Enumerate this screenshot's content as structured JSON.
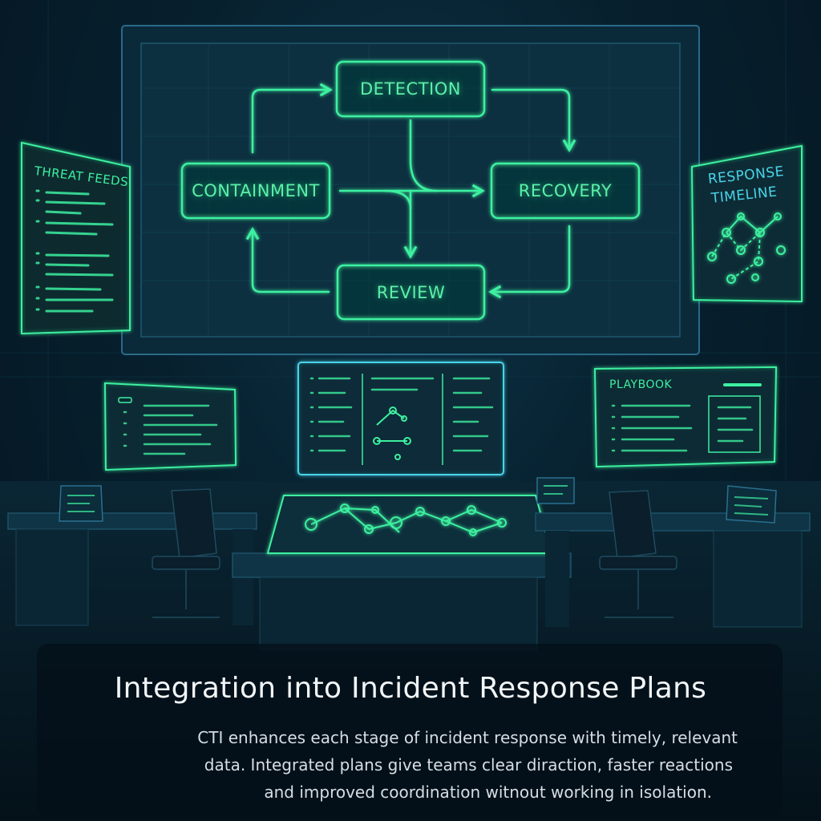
{
  "diagram": {
    "nodes": {
      "detection": "DETECTION",
      "containment": "CONTAINMENT",
      "recovery": "RECOVERY",
      "review": "REVIEW"
    }
  },
  "panels": {
    "threat_feeds": "THREAT FEEDS",
    "response_timeline_line1": "RESPONSE",
    "response_timeline_line2": "TIMELINE",
    "playbook": "PLAYBOOK"
  },
  "caption": {
    "title": "Integration into Incident Response Plans",
    "body_lines": [
      "CTI enhances each stage of incident response with timely, relevant",
      "data. Integrated plans give teams clear diraction, faster reactions",
      "and improved coordination witnout working in isolation."
    ]
  },
  "colors": {
    "accent_green": "#3df0a0",
    "accent_teal": "#48d4e8",
    "background": "#061a26"
  }
}
